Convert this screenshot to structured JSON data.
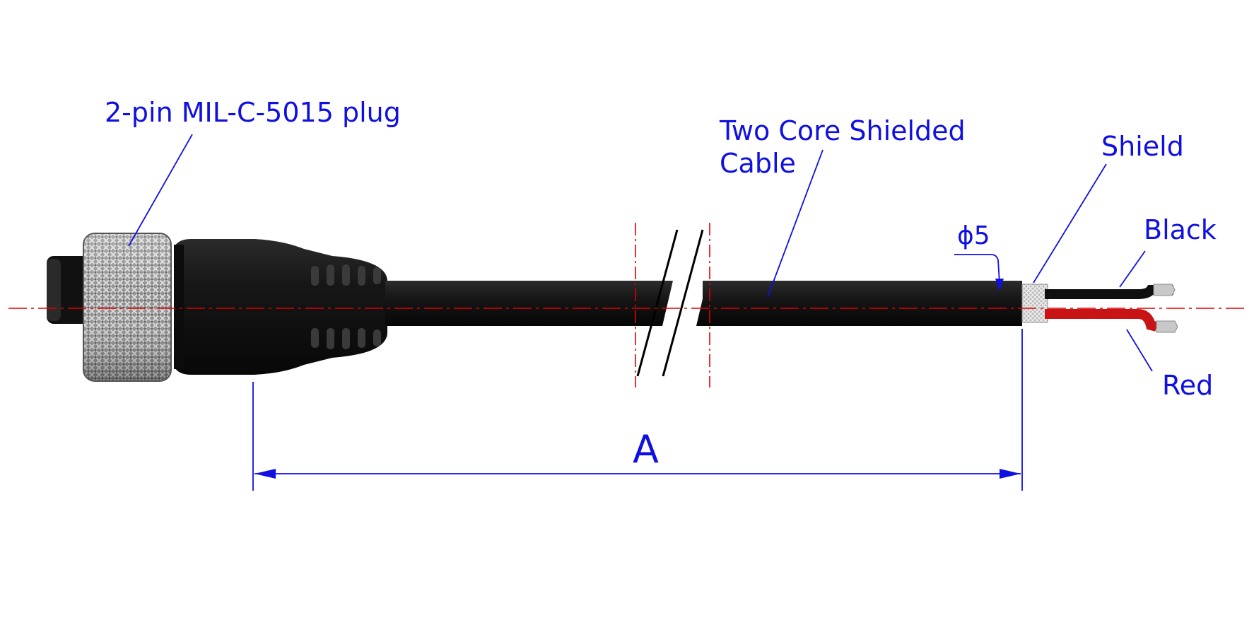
{
  "labels": {
    "plug": "2-pin  MIL-C-5015 plug",
    "cable_line1": "Two  Core  Shielded",
    "cable_line2": "Cable",
    "diameter": "ϕ5",
    "shield": "Shield",
    "black": "Black",
    "red": "Red",
    "dimension": "A"
  },
  "colors": {
    "annotation": "#1010e0",
    "centerline": "#e00000",
    "cable": "#141414",
    "red_wire": "#c81414",
    "knurl_nut": "#9a9a9a"
  }
}
